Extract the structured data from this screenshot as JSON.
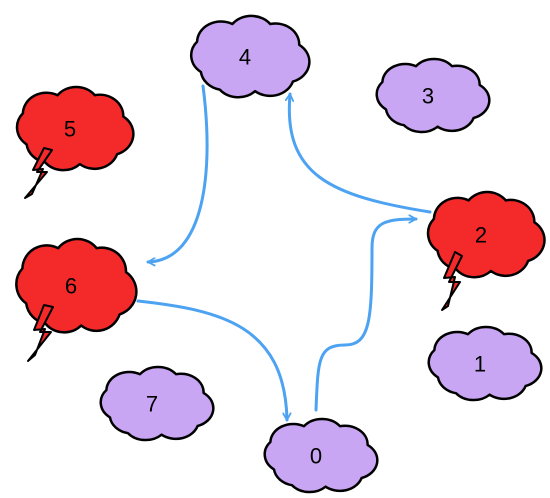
{
  "colors": {
    "storm_fill": "#f42a2a",
    "calm_fill": "#c9a6f3",
    "outline": "#000000",
    "edge": "#4da3f2"
  },
  "nodes": [
    {
      "id": "0",
      "label": "0",
      "kind": "calm"
    },
    {
      "id": "1",
      "label": "1",
      "kind": "calm"
    },
    {
      "id": "2",
      "label": "2",
      "kind": "storm"
    },
    {
      "id": "3",
      "label": "3",
      "kind": "calm"
    },
    {
      "id": "4",
      "label": "4",
      "kind": "calm"
    },
    {
      "id": "5",
      "label": "5",
      "kind": "storm"
    },
    {
      "id": "6",
      "label": "6",
      "kind": "storm"
    },
    {
      "id": "7",
      "label": "7",
      "kind": "calm"
    }
  ],
  "edges": [
    {
      "from": "4",
      "to": "6"
    },
    {
      "from": "2",
      "to": "4"
    },
    {
      "from": "6",
      "to": "0"
    },
    {
      "from": "0",
      "to": "2"
    }
  ]
}
